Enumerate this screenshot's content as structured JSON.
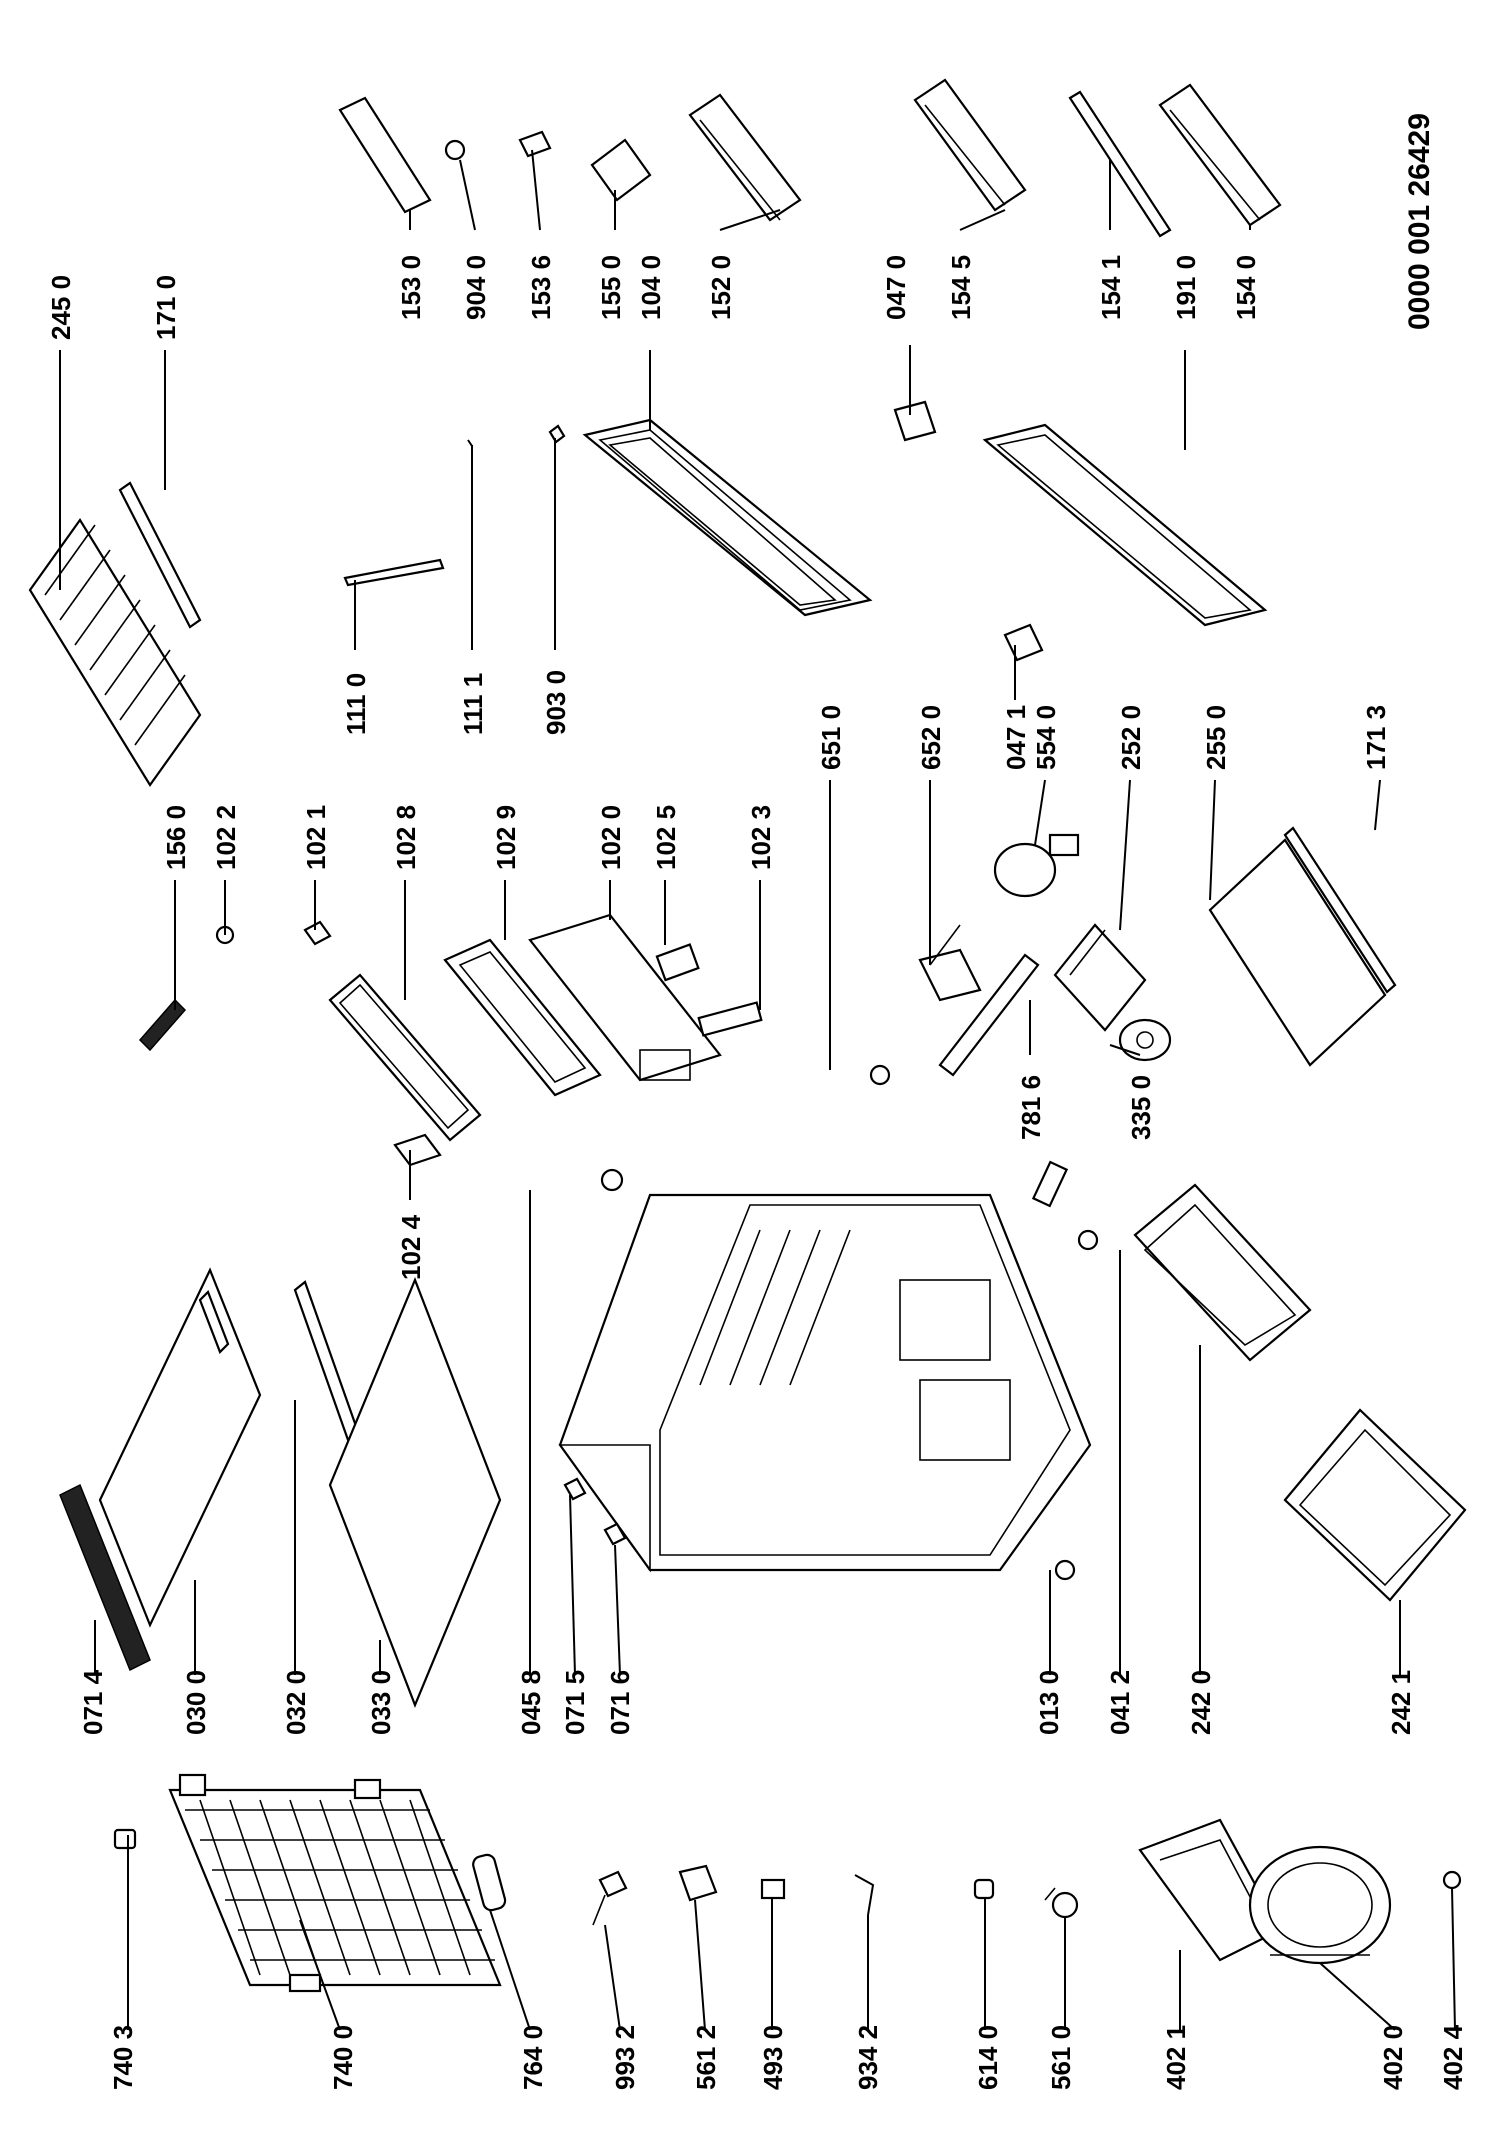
{
  "document_number": "0000 001 26429",
  "part_labels": [
    "740 3",
    "740 0",
    "764 0",
    "993 2",
    "561 2",
    "493 0",
    "934 2",
    "614 0",
    "561 0",
    "402 1",
    "402 0",
    "402 4",
    "071 4",
    "030 0",
    "032 0",
    "033 0",
    "045 8",
    "071 5",
    "071 6",
    "013 0",
    "041 2",
    "242 0",
    "242 1",
    "156 0",
    "102 2",
    "102 1",
    "102 8",
    "102 9",
    "102 0",
    "102 5",
    "102 3",
    "102 4",
    "651 0",
    "652 0",
    "781 6",
    "335 0",
    "047 1",
    "554 0",
    "252 0",
    "255 0",
    "171 3",
    "245 0",
    "171 0",
    "111 0",
    "111 1",
    "903 0",
    "153 0",
    "904 0",
    "153 6",
    "155 0",
    "104 0",
    "152 0",
    "047 0",
    "154 5",
    "154 1",
    "191 0",
    "154 0"
  ]
}
